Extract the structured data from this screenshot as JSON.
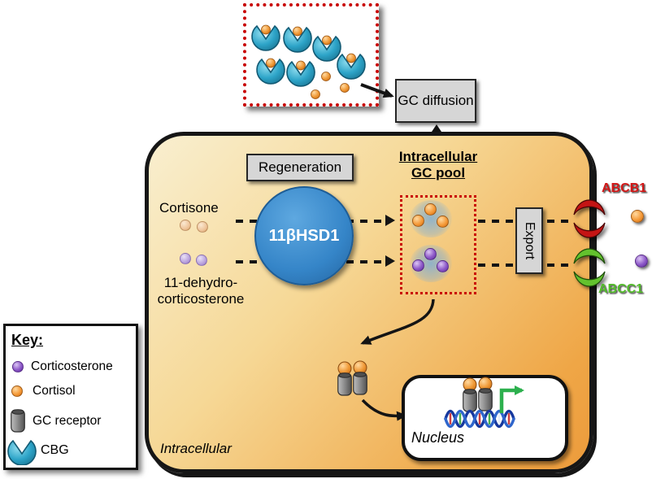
{
  "boxes": {
    "gc_diffusion": "GC diffusion",
    "regeneration": "Regeneration",
    "export": "Export"
  },
  "labels": {
    "igp_line1": "Intracellular",
    "igp_line2": "GC pool",
    "cortisone": "Cortisone",
    "dhc_line1": "11-dehydro-",
    "dhc_line2": "corticosterone",
    "enzyme": "11βHSD1",
    "abcb1": "ABCB1",
    "abcc1": "ABCC1",
    "intracellular": "Intracellular",
    "nucleus": "Nucleus"
  },
  "key": {
    "title": "Key:",
    "items": [
      {
        "name": "corticosterone",
        "label": "Corticosterone"
      },
      {
        "name": "cortisol",
        "label": "Cortisol"
      },
      {
        "name": "gc-receptor",
        "label": "GC receptor"
      },
      {
        "name": "cbg",
        "label": "CBG"
      }
    ]
  },
  "depicted_counts": {
    "extracellular_cbg_bound_cortisol": 6,
    "extracellular_free_cortisol": 3,
    "cortisone_substrate_dots": 2,
    "dehydrocorticosterone_substrate_dots": 2,
    "pool_cortisol_dots": 3,
    "pool_corticosterone_dots": 3,
    "exported_cortisol_dots": 1,
    "exported_corticosterone_dots": 1,
    "receptor_dimer_units": 2
  },
  "colors": {
    "cortisol_orange": "#f59b3a",
    "corticosterone_purple": "#8d58c8",
    "cortisone_tan": "#eec49a",
    "dhc_lilac": "#b9a2dd",
    "cbg_teal": "#2da4c8",
    "enzyme_blue": "#3585c8",
    "abcb1_red": "#d31616",
    "abcc1_green": "#52bb2a",
    "pool_border_red": "#c80000",
    "cell_gradient_light": "#f9efd0",
    "cell_gradient_dark": "#ec9b3c",
    "gray_box": "#d6d6d6",
    "transcription_arrow_green": "#2db04e"
  }
}
